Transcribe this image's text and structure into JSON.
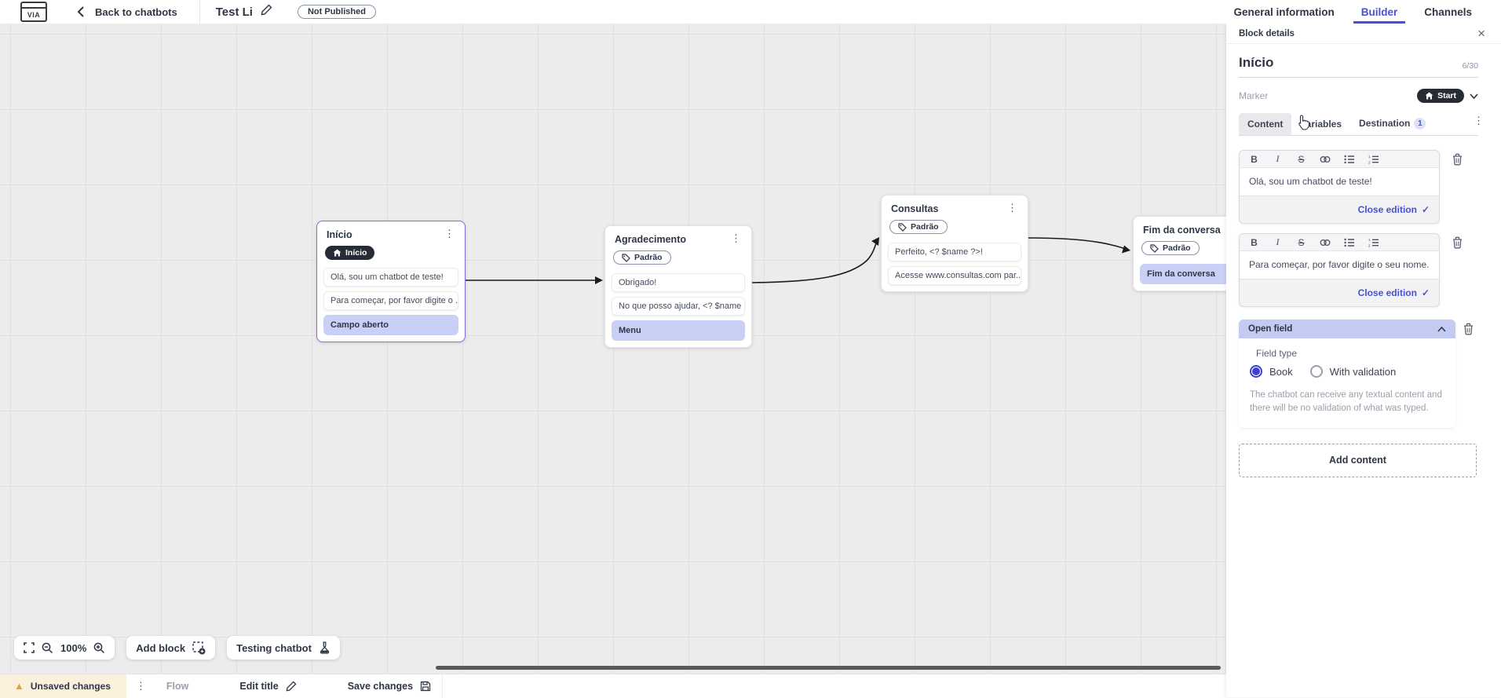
{
  "brand": {
    "logo_text": "VIA"
  },
  "topbar": {
    "back_label": "Back to chatbots",
    "title": "Test Li",
    "status_badge": "Not Published",
    "nav_tabs": [
      {
        "label": "General information",
        "active": false
      },
      {
        "label": "Builder",
        "active": true
      },
      {
        "label": "Channels",
        "active": false
      }
    ]
  },
  "panel": {
    "header": "Block details",
    "block_name": "Início",
    "name_counter": "6/30",
    "marker_label": "Marker",
    "marker_value": "Start",
    "tabs": [
      {
        "label": "Content",
        "active": true
      },
      {
        "label": "Variables",
        "active": false
      },
      {
        "label": "Destination",
        "active": false,
        "badge": "1"
      }
    ],
    "toolbar_icons": {
      "bold": "B",
      "italic": "I",
      "strikethrough": "S"
    },
    "editors": [
      {
        "text": "Olá, sou um chatbot de teste!",
        "close_label": "Close edition"
      },
      {
        "text": "Para começar, por favor digite o seu nome.",
        "close_label": "Close edition"
      }
    ],
    "open_field": {
      "title": "Open field",
      "field_type_label": "Field type",
      "options": [
        {
          "label": "Book",
          "selected": true
        },
        {
          "label": "With validation",
          "selected": false
        }
      ],
      "help_text": "The chatbot can receive any textual content and there will be no validation of what was typed."
    },
    "add_content_label": "Add content"
  },
  "canvas": {
    "zoom_level": "100%",
    "add_block_label": "Add block",
    "testing_label": "Testing chatbot",
    "blocks": [
      {
        "title": "Início",
        "marker": "Início",
        "items": [
          {
            "text": "Olá, sou um chatbot de teste!"
          },
          {
            "text": "Para começar, por favor digite o ..."
          },
          {
            "text": "Campo aberto",
            "highlighted": true
          }
        ]
      },
      {
        "title": "Agradecimento",
        "tag": "Padrão",
        "items": [
          {
            "text": "Obrigado!"
          },
          {
            "text": "No que posso ajudar, <? $name ..."
          },
          {
            "text": "Menu",
            "highlighted": true
          }
        ]
      },
      {
        "title": "Consultas",
        "tag": "Padrão",
        "items": [
          {
            "text": "Perfeito, <? $name ?>!"
          },
          {
            "text": "Acesse www.consultas.com par..."
          }
        ]
      },
      {
        "title": "Fim da conversa",
        "tag": "Padrão",
        "items": [
          {
            "text": "Fim da conversa",
            "highlighted": true
          }
        ]
      }
    ]
  },
  "statusbar": {
    "unsaved_label": "Unsaved changes",
    "flow_label": "Flow",
    "edit_title_label": "Edit title",
    "save_label": "Save changes"
  },
  "colors": {
    "accent": "#4450d8",
    "selection_border": "#7c6ee4",
    "item_highlight": "#c9d0f6",
    "dark_pill": "#272b35",
    "warning": "#e8a33d"
  }
}
